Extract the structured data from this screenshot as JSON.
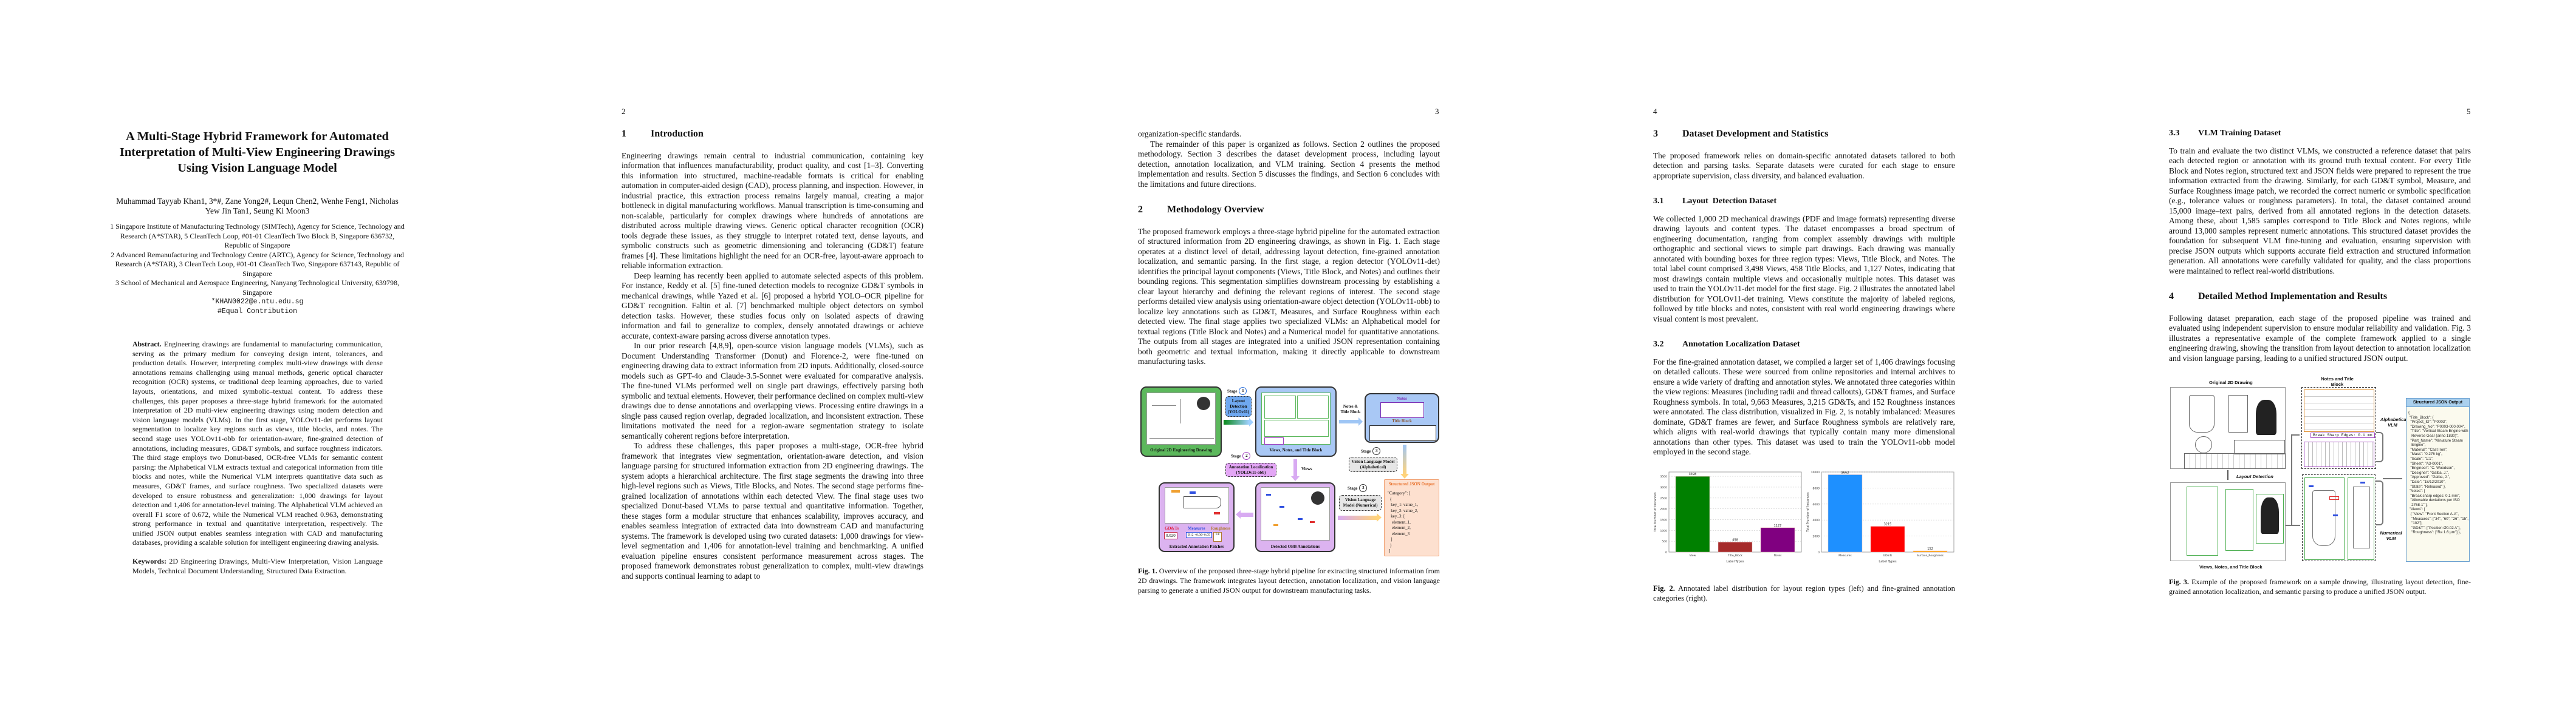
{
  "page1": {
    "title": [
      "A Multi-Stage Hybrid Framework for Automated",
      "Interpretation of Multi-View Engineering Drawings",
      "Using Vision Language Model"
    ],
    "authors": [
      "Muhammad Tayyab Khan1, 3*#, Zane Yong2#, Lequn Chen2, Wenhe Feng1, Nicholas",
      "Yew Jin Tan1, Seung Ki Moon3"
    ],
    "affiliations": [
      "1 Singapore Institute of Manufacturing Technology (SIMTech), Agency for Science, Technology and Research (A*STAR), 5 CleanTech Loop, #01-01 CleanTech Two Block B, Singapore 636732, Republic of Singapore",
      "2 Advanced Remanufacturing and Technology Centre (ARTC), Agency for Science, Technology and Research (A*STAR), 3 CleanTech Loop, #01-01 CleanTech Two, Singapore 637143, Republic of Singapore",
      "3 School of Mechanical and Aerospace Engineering, Nanyang Technological University, 639798, Singapore"
    ],
    "email": "*KHAN0022@e.ntu.edu.sg",
    "equal": "#Equal Contribution",
    "abstract_label": "Abstract.",
    "abstract": "Engineering drawings are fundamental to manufacturing communication, serving as the primary medium for conveying design intent, tolerances, and production details. However, interpreting complex multi-view drawings with dense annotations remains challenging using manual methods, generic optical character recognition (OCR) systems, or traditional deep learning approaches, due to varied layouts, orientations, and mixed symbolic–textual content. To address these challenges, this paper proposes a three-stage hybrid framework for the automated interpretation of 2D multi-view engineering drawings using modern detection and vision language models (VLMs). In the first stage, YOLOv11-det performs layout segmentation to localize key regions such as views, title blocks, and notes. The second stage uses YOLOv11-obb for orientation-aware, fine-grained detection of annotations, including measures, GD&T symbols, and surface roughness indicators. The third stage employs two Donut-based, OCR-free VLMs for semantic content parsing: the Alphabetical VLM extracts textual and categorical information from title blocks and notes, while the Numerical VLM interprets quantitative data such as measures, GD&T frames, and surface roughness. Two specialized datasets were developed to ensure robustness and generalization: 1,000 drawings for layout detection and 1,406 for annotation-level training. The Alphabetical VLM achieved an overall F1 score of 0.672, while the Numerical VLM reached 0.963, demonstrating strong performance in textual and quantitative interpretation, respectively. The unified JSON output enables seamless integration with CAD and manufacturing databases, providing a scalable solution for intelligent engineering drawing analysis.",
    "keywords_label": "Keywords:",
    "keywords": "2D Engineering Drawings, Multi-View Interpretation, Vision Language Models, Technical Document Understanding, Structured Data Extraction."
  },
  "page2": {
    "page_number": "2",
    "heading_num": "1",
    "heading": "Introduction",
    "paragraphs": [
      "Engineering drawings remain central to industrial communication, containing key information that influences manufacturability, product quality, and cost [1–3]. Converting this information into structured, machine-readable formats is critical for enabling automation in computer-aided design (CAD), process planning, and inspection. However, in industrial practice, this extraction process remains largely manual, creating a major bottleneck in digital manufacturing workflows. Manual transcription is time-consuming and non-scalable, particularly for complex drawings where hundreds of annotations are distributed across multiple drawing views. Generic optical character recognition (OCR) tools degrade these issues, as they struggle to interpret rotated text, dense layouts, and symbolic constructs such as geometric dimensioning and tolerancing (GD&T) feature frames [4]. These limitations highlight the need for an OCR-free, layout-aware approach to reliable information extraction.",
      "Deep learning has recently been applied to automate selected aspects of this problem. For instance, Reddy et al. [5] fine-tuned detection models to recognize GD&T symbols in mechanical drawings, while Yazed et al. [6] proposed a hybrid YOLO–OCR pipeline for GD&T recognition. Faltin et al. [7] benchmarked multiple object detectors on symbol detection tasks. However, these studies focus only on isolated aspects of drawing information and fail to generalize to complex, densely annotated drawings or achieve accurate, context-aware parsing across diverse annotation types.",
      "In our prior research [4,8,9], open-source vision language models (VLMs), such as Document Understanding Transformer (Donut) and Florence-2, were fine-tuned on engineering drawing data to extract information from 2D inputs. Additionally, closed-source models such as GPT-4o and Claude-3.5-Sonnet were evaluated for comparative analysis. The fine-tuned VLMs performed well on single part drawings, effectively parsing both symbolic and textual elements. However, their performance declined on complex multi-view drawings due to dense annotations and overlapping views. Processing entire drawings in a single pass caused region overlap, degraded localization, and inconsistent extraction. These limitations motivated the need for a region-aware segmentation strategy to isolate semantically coherent regions before interpretation.",
      "To address these challenges, this paper proposes a multi-stage, OCR-free hybrid framework that integrates view segmentation, orientation-aware detection, and vision language parsing for structured information extraction from 2D engineering drawings. The system adopts a hierarchical architecture. The first stage segments the drawing into three high-level regions such as Views, Title Blocks, and Notes. The second stage performs fine-grained localization of annotations within each detected View. The final stage uses two specialized Donut-based VLMs to parse textual and quantitative information. Together, these stages form a modular structure that enhances scalability, improves accuracy, and enables seamless integration of extracted data into downstream CAD and manufacturing systems. The framework is developed using two curated datasets: 1,000 drawings for view-level segmentation and 1,406 for annotation-level training and benchmarking. A unified evaluation pipeline ensures consistent performance measurement across stages. The proposed framework demonstrates robust generalization to complex, multi-view drawings and supports continual learning to adapt to"
    ]
  },
  "page3": {
    "page_number": "3",
    "continuation": "organization-specific standards.",
    "paragraph_remainder": "The remainder of this paper is organized as follows. Section 2 outlines the proposed methodology. Section 3 describes the dataset development process, including layout detection, annotation localization, and VLM training. Section 4 presents the method implementation and results. Section 5 discusses the findings, and Section 6 concludes with the limitations and future directions.",
    "heading_num": "2",
    "heading": "Methodology Overview",
    "paragraph_method": "The proposed framework employs a three-stage hybrid pipeline for the automated extraction of structured information from 2D engineering drawings, as shown in Fig. 1. Each stage operates at a distinct level of detail, addressing layout detection, fine-grained annotation localization, and semantic parsing. In the first stage, a region detector (YOLOv11-det) identifies the principal layout components (Views, Title Block, and Notes) and outlines their bounding regions. This segmentation simplifies downstream processing by establishing a clear layout hierarchy and defining the relevant regions of interest. The second stage performs detailed view analysis using orientation-aware object detection (YOLOv11-obb) to localize key annotations such as GD&T, Measures, and Surface Roughness within each detected view. The final stage applies two specialized VLMs: an Alphabetical model for textual regions (Title Block and Notes) and a Numerical model for quantitative annotations. The outputs from all stages are integrated into a unified JSON representation containing both geometric and textual information, making it directly applicable to downstream manufacturing tasks.",
    "figure1": {
      "original": "Original 2D Engineering Drawing",
      "stage_word": "Stage",
      "stage1": "1",
      "stage2": "2",
      "stage3": "3",
      "layout_detection": "Layout Detection (YOLOv11)",
      "views_notes_tb": "Views, Notes, and Title Block",
      "notes_tb_arrow": "Notes & Title Block",
      "notes": "Notes",
      "title_block": "Title Block",
      "vlm_alpha": "Vision Language Model (Alphabetical)",
      "annotation_localization": "Annotation Localization (YOLOv11-obb)",
      "views_arrow": "Views",
      "vlm_num": "Vision Language Model (Numerical)",
      "json_title": "Structured JSON Output",
      "json_body": "\"Category\": [\n  {\n   key_1: value_1,\n   key_2: value_2,\n   key_3: [\n    element_1,\n    element_2,\n    element_3\n   ]\n  }\n ]",
      "patches": "Extracted Annotation Patches",
      "gdt": "GD&Ts",
      "measures": "Measures",
      "roughness": "Roughness",
      "gdt_sample": "0.020",
      "measure_sample": "Ø12 +0.00/-0.05",
      "roughness_sample": "0.8",
      "obb": "Detected OBB Annotations",
      "colors": {
        "green": "#5cb85c",
        "blue": "#a9c8f5",
        "purple": "#dcb3f0",
        "orange": "#fde0cf"
      }
    },
    "caption_label": "Fig. 1.",
    "caption": "Overview of the proposed three-stage hybrid pipeline for extracting structured information from 2D drawings. The framework integrates layout detection, annotation localization, and vision language parsing to generate a unified JSON output for downstream manufacturing tasks."
  },
  "page4": {
    "page_number": "4",
    "heading_num": "3",
    "heading": "Dataset Development and Statistics",
    "intro": "The proposed framework relies on domain-specific annotated datasets tailored to both detection and parsing tasks. Separate datasets were curated for each stage to ensure appropriate supervision, class diversity, and balanced evaluation.",
    "s31_num": "3.1",
    "s31": "Layout  Detection Dataset",
    "s31_text": "We collected 1,000 2D mechanical drawings (PDF and image formats) representing diverse drawing layouts and content types. The dataset encompasses a broad spectrum of engineering documentation, ranging from complex assembly drawings with multiple orthographic and sectional views to simple part drawings. Each drawing was manually annotated with bounding boxes for three region types: Views, Title Block, and Notes. The total label count comprised 3,498 Views, 458 Title Blocks, and 1,127 Notes, indicating that most drawings contain multiple views and occasionally multiple notes. This dataset was used to train the YOLOv11-det model for the first stage. Fig. 2 illustrates the annotated label distribution for YOLOv11-det training. Views constitute the majority of labeled regions, followed by title blocks and notes, consistent with real world engineering drawings where visual content is most prevalent.",
    "s32_num": "3.2",
    "s32": "Annotation Localization Dataset",
    "s32_text": "For the fine-grained annotation dataset, we compiled a larger set of 1,406 drawings focusing on detailed callouts. These were sourced from online repositories and internal archives to ensure a wide variety of drafting and annotation styles. We annotated three categories within the view regions: Measures (including radii and thread callouts), GD&T frames, and Surface Roughness symbols. In total, 9,663 Measures, 3,215 GD&Ts, and 152 Roughness instances were annotated. The class distribution, visualized in Fig. 2, is notably imbalanced: Measures dominate, GD&T frames are fewer, and Surface Roughness symbols are relatively rare, which aligns with real-world drawings that typically contain many more dimensional annotations than other types. This dataset was used to train the YOLOv11-obb model employed in the second stage.",
    "caption_label": "Fig. 2.",
    "caption": "Annotated label distribution for layout region types (left) and fine-grained annotation categories (right)."
  },
  "chart_data": [
    {
      "type": "bar",
      "categories": [
        "View",
        "Title_Block",
        "Notes"
      ],
      "values": [
        3498,
        458,
        1127
      ],
      "colors": [
        "#008000",
        "#a52a2a",
        "#800080"
      ],
      "xlabel": "Label Types",
      "ylabel": "Total Number of Instances",
      "ylim": [
        0,
        3700
      ],
      "yticks": [
        0,
        500,
        1000,
        1500,
        2000,
        2500,
        3000,
        3500
      ],
      "grid": true,
      "data_labels": true
    },
    {
      "type": "bar",
      "categories": [
        "Measures",
        "GD&Ts",
        "Surface_Roughness"
      ],
      "values": [
        9663,
        3215,
        152
      ],
      "colors": [
        "#1e90ff",
        "#ff0000",
        "#ffa500"
      ],
      "xlabel": "Label Types",
      "ylabel": "Total Number of Instances",
      "ylim": [
        0,
        10000
      ],
      "yticks": [
        0,
        2000,
        4000,
        6000,
        8000,
        10000
      ],
      "grid": true,
      "data_labels": true
    }
  ],
  "page5": {
    "page_number": "5",
    "s33_num": "3.3",
    "s33": "VLM Training Dataset",
    "s33_text": "To train and evaluate the two distinct VLMs, we constructed a reference dataset that pairs each detected region or annotation with its ground truth textual content. For every Title Block and Notes region, structured text and JSON fields were prepared to represent the true information extracted from the drawing. Similarly, for each GD&T symbol, Measure, and Surface Roughness image patch, we recorded the correct numeric or symbolic specification (e.g., tolerance values or roughness parameters). In total, the dataset contained around 15,000 image–text pairs, derived from all annotated regions in the detection datasets. Among these, about 1,585 samples correspond to Title Block and Notes regions, while around 13,000 samples represent numeric annotations. This structured dataset provides the foundation for subsequent VLM fine-tuning and evaluation, ensuring supervision with precise JSON outputs which supports accurate field extraction and structured information generation. All annotations were carefully validated for quality, and the class proportions were maintained to reflect real-world distributions.",
    "heading_num": "4",
    "heading": "Detailed Method Implementation and Results",
    "s4_text": "Following dataset preparation, each stage of the proposed pipeline was trained and evaluated using independent supervision to ensure modular reliability and validation. Fig. 3 illustrates a representative example of the complete framework applied to a single engineering drawing, showing the transition from layout detection to annotation localization and vision language parsing, leading to a unified structured JSON output.",
    "figure3": {
      "original": "Original 2D Drawing",
      "layout_detection": "Layout Detection",
      "notes_tb": "Notes and Title Block",
      "note_sample": "Break Sharp Edges: 0.1 mm",
      "alpha_vlm": "Alphabetical VLM",
      "numerical_vlm": "Numerical VLM",
      "views_label": "Views, Notes, and Title Block",
      "json_title": "Structured JSON Output",
      "json_body": "{\n \"Title_Block\": {\n  \"Project_ID\": \"P0003\",\n  \"Drawing_No\": \"P0003-000.004\",\n  \"Title\": \"Vertical Steam Engine with\n   Reverse Gear (anno 1830)\",\n  \"Part_Name\": \"Miniature Steam\n   Engine\",\n  \"Material\": \"Cast Iron\",\n  \"Mass\": \"0.276 kg\",\n  \"Scale\": \"1:1\",\n  \"Sheet\": \"A3-0001\",\n  \"Engineer\": \"C. Woodson\",\n  \"Designer\": \"Galba, J.\",\n  \"Approved\": \"Galba, J.\",\n  \"Date\": \"18/12/2010\",\n  \"State\": \"Released\" },\n \"Notes\": [\n  \"Break sharp edges: 0.1 mm\",\n  \"Allowable deviations per ISO\n   2768-1\" ],\n \"Views\": [\n  { \"View\": \"Front Section A-A\",\n   \"Measures\": [\"34\", \"60\", \"26\", \"15\",\n   \"102\"],\n   \"GD&T\": [\"Position Ø0.02 A\"],\n   \"Roughness\": [\"Ra 1.6 µm\"] },"
    },
    "caption_label": "Fig. 3.",
    "caption": "Example of the proposed framework on a sample drawing, illustrating layout detection, fine-grained annotation localization, and semantic parsing to produce a unified JSON output."
  }
}
